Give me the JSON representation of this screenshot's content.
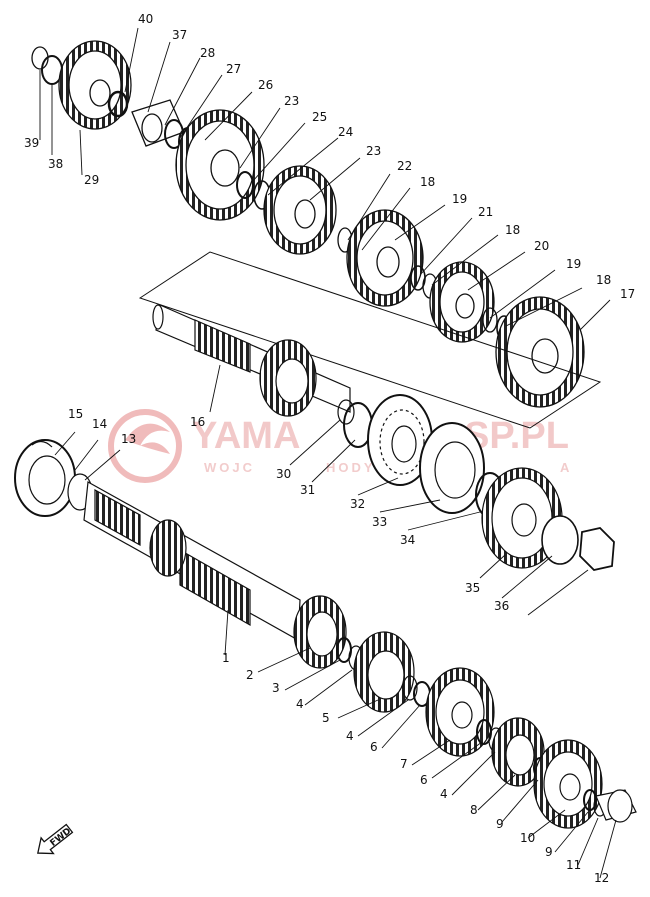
{
  "watermark": {
    "brand": "YAMA",
    "site_suffix": "SP.PL",
    "subtitle_left": "WOJC",
    "subtitle_mid": "HODY",
    "subtitle_right": "A",
    "color": "#e8a0a0"
  },
  "fwd_arrow_label": "FWD",
  "ink_color": "#111111",
  "callouts": [
    "1",
    "2",
    "3",
    "4",
    "5",
    "4",
    "6",
    "7",
    "6",
    "4",
    "8",
    "9",
    "10",
    "9",
    "11",
    "12",
    "13",
    "14",
    "15",
    "16",
    "17",
    "18",
    "19",
    "20",
    "18",
    "21",
    "19",
    "18",
    "22",
    "23",
    "24",
    "25",
    "23",
    "26",
    "27",
    "28",
    "37",
    "40",
    "39",
    "38",
    "29",
    "30",
    "31",
    "32",
    "33",
    "34",
    "35",
    "36"
  ]
}
